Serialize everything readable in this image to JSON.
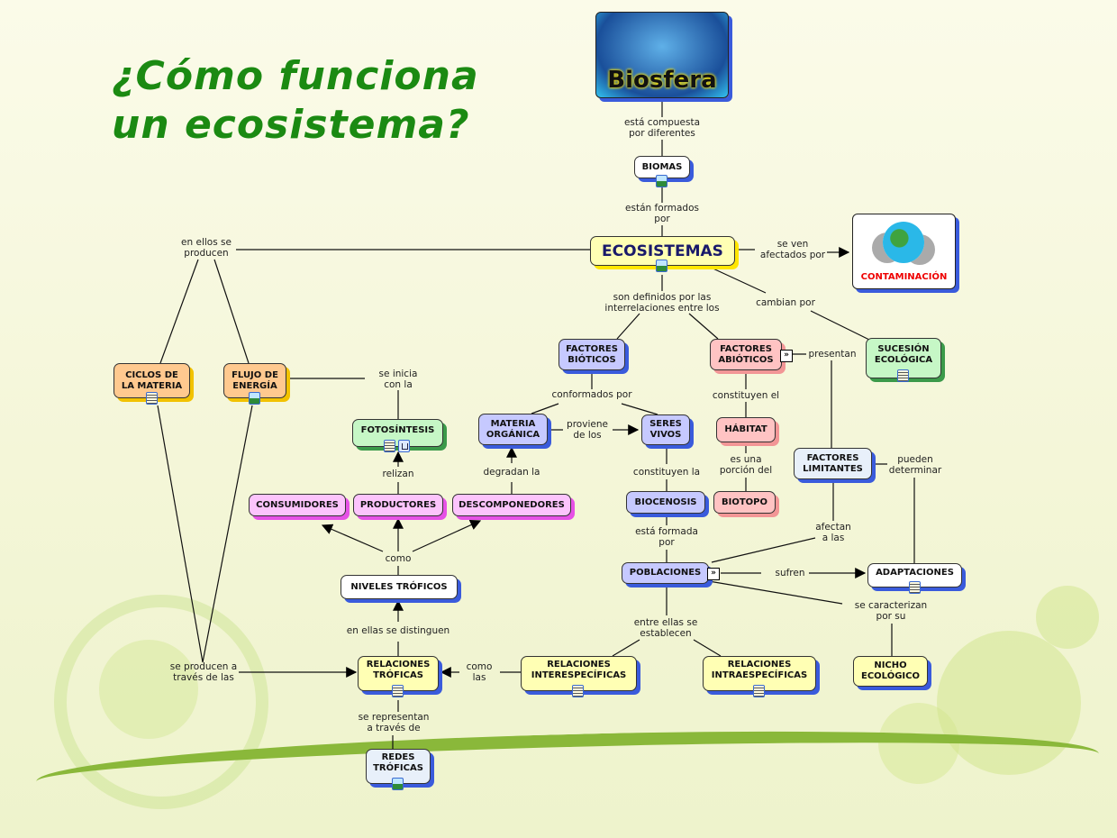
{
  "title": {
    "line1": "¿Cómo funciona",
    "line2": "un ecosistema?"
  },
  "images": {
    "biosfera": "Biosfera",
    "contaminacion": "CONTAMINACIÓN"
  },
  "nodes": {
    "biomas": "BIOMAS",
    "ecosistemas": "ECOSISTEMAS",
    "factores_bioticos": "FACTORES BIÓTICOS",
    "factores_abioticos": "FACTORES ABIÓTICOS",
    "sucesion": "SUCESIÓN ECOLÓGICA",
    "ciclos": "CICLOS DE LA MATERIA",
    "flujo": "FLUJO DE ENERGÍA",
    "fotosintesis": "FOTOSÍNTESIS",
    "materia": "MATERIA ORGÁNICA",
    "seres": "SERES VIVOS",
    "habitat": "HÁBITAT",
    "limitantes": "FACTORES LIMITANTES",
    "biotopo": "BIOTOPO",
    "biocenosis": "BIOCENOSIS",
    "consumidores": "CONSUMIDORES",
    "productores": "PRODUCTORES",
    "descomponedores": "DESCOMPONEDORES",
    "poblaciones": "POBLACIONES",
    "adaptaciones": "ADAPTACIONES",
    "niveles": "NIVELES TRÓFICOS",
    "rel_troficas": "RELACIONES TRÓFICAS",
    "rel_inter": "RELACIONES INTERESPECÍFICAS",
    "rel_intra": "RELACIONES INTRAESPECÍFICAS",
    "nicho": "NICHO ECOLÓGICO",
    "redes": "REDES TRÓFICAS"
  },
  "links": {
    "compuesta": "está compuesta\npor diferentes",
    "formados": "están formados\npor",
    "producen": "en ellos se\nproducen",
    "afectados": "se ven\nafectados por",
    "definidos": "son definidos por las\ninterrelaciones entre los",
    "cambian": "cambian por",
    "conformados": "conformados por",
    "proviene": "proviene\nde los",
    "constituyen_el": "constituyen el",
    "porcion": "es una\nporción del",
    "presentan": "presentan",
    "constituyen_la": "constituyen la",
    "formada": "está formada\npor",
    "afectan": "afectan\na las",
    "determinar": "pueden\ndeterminar",
    "sufren": "sufren",
    "caracterizan": "se caracterizan\npor su",
    "establecen": "entre ellas se\nestablecen",
    "como_las": "como\nlas",
    "traves": "se producen a\ntravés de las",
    "inicia": "se inicia\ncon la",
    "relizan": "relizan",
    "degradan": "degradan la",
    "distinguen": "en ellas se distinguen",
    "como": "como",
    "representan": "se representan\na través de"
  }
}
